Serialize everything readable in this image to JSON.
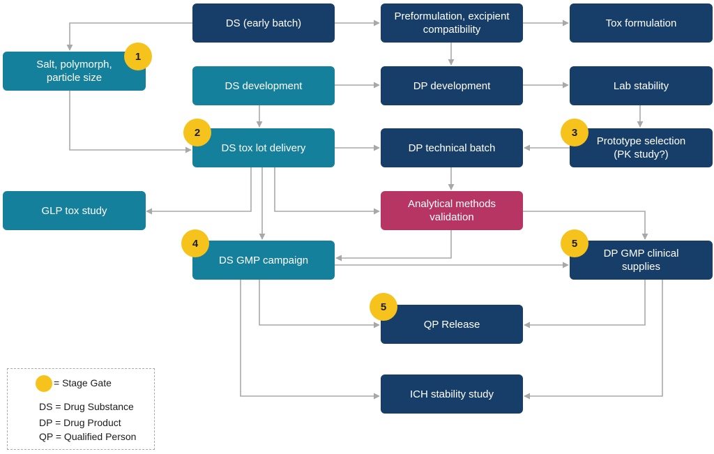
{
  "colors": {
    "drug_product": "#173e69",
    "drug_substance": "#14809b",
    "analytical": "#b73562",
    "stage_gate": "#f6c21c",
    "connector": "#a8a8a8"
  },
  "nodes": {
    "ds_early_batch": "DS (early batch)",
    "preformulation": "Preformulation, excipient\ncompatibility",
    "tox_formulation": "Tox formulation",
    "salt_polymorph": "Salt, polymorph,\nparticle size",
    "ds_development": "DS development",
    "dp_development": "DP development",
    "lab_stability": "Lab stability",
    "ds_tox_lot": "DS tox lot delivery",
    "dp_technical_batch": "DP technical batch",
    "prototype_selection": "Prototype selection\n(PK study?)",
    "glp_tox_study": "GLP tox study",
    "analytical_methods": "Analytical methods\nvalidation",
    "ds_gmp_campaign": "DS GMP campaign",
    "dp_gmp_clinical": "DP GMP clinical\nsupplies",
    "qp_release": "QP Release",
    "ich_stability": "ICH stability study"
  },
  "gates": {
    "salt_polymorph": "1",
    "ds_tox_lot": "2",
    "prototype_selection": "3",
    "ds_gmp_campaign": "4",
    "dp_gmp_clinical": "5",
    "qp_release": "5"
  },
  "legend": {
    "stage_gate": "= Stage Gate",
    "ds": "DS = Drug Substance",
    "dp": "DP = Drug Product",
    "qp": "QP = Qualified Person"
  }
}
